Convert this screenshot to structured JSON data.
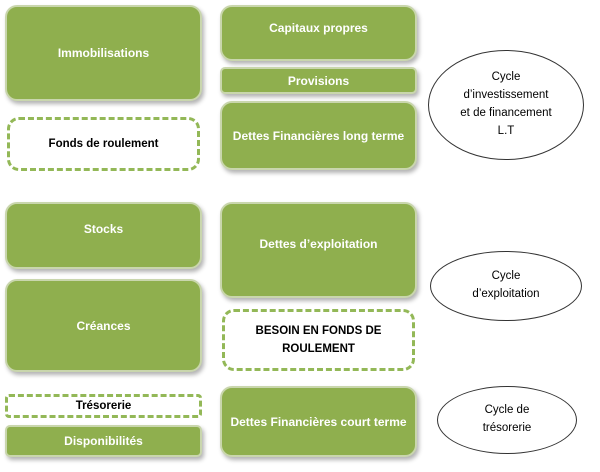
{
  "top_left": {
    "immobilisations": "Immobilisations",
    "fonds_de_roulement": "Fonds de roulement"
  },
  "top_right": {
    "capitaux_propres": "Capitaux propres",
    "provisions": "Provisions",
    "dettes_financieres_lt": "Dettes Financières long terme"
  },
  "middle_left": {
    "stocks": "Stocks",
    "creances": "Créances"
  },
  "middle_right": {
    "dettes_exploitation": "Dettes d’exploitation",
    "bfr": "BESOIN EN FONDS DE\nROULEMENT"
  },
  "bottom_left": {
    "tresorerie": "Trésorerie",
    "disponibilites": "Disponibilités"
  },
  "bottom_right": {
    "dettes_financieres_ct": "Dettes Financières court terme"
  },
  "cycles": {
    "investissement": "Cycle\nd’investissement\net de financement\nL.T",
    "exploitation": "Cycle\nd’exploitation",
    "tresorerie": "Cycle de\ntrésorerie"
  },
  "colors": {
    "box_fill": "#8faf4e",
    "dash_border": "#93b857"
  }
}
